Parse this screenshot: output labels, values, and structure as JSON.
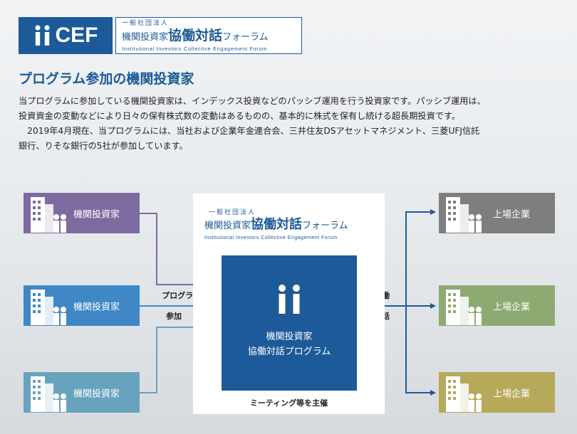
{
  "logo": {
    "mark_text": "CEF",
    "jp_line1": "一般社団法人",
    "jp_line2a": "機関投資家",
    "jp_line2b": "協働対話",
    "jp_line2c": "フォーラム",
    "en_line": "Institutional Investors Collective Engagement Forum"
  },
  "page_title": "プログラム参加の機関投資家",
  "description": {
    "line1": "当プログラムに参加している機関投資家は、インデックス投資などのパッシブ運用を行う投資家です。パッシブ運用は、",
    "line2": "投資資金の変動などにより日々の保有株式数の変動はあるものの、基本的に株式を保有し続ける超長期投資です。",
    "line3": "　2019年4月現在、当プログラムには、当社および企業年金連合会、三井住友DSアセットマネジメント、三菱UFJ信託",
    "line4": "銀行、りそな銀行の5社が参加しています。"
  },
  "investors": [
    {
      "label": "機関投資家",
      "color": "#7d6ba0"
    },
    {
      "label": "機関投資家",
      "color": "#3f88c5"
    },
    {
      "label": "機関投資家",
      "color": "#68a3bd"
    }
  ],
  "companies": [
    {
      "label": "上場企業",
      "color": "#7e7e7e"
    },
    {
      "label": "上場企業",
      "color": "#8daa72"
    },
    {
      "label": "上場企業",
      "color": "#b6a95a"
    }
  ],
  "center": {
    "logo_line1": "一般社団法人",
    "logo_line2a": "機関投資家",
    "logo_line2b": "協働対話",
    "logo_line2c": "フォーラム",
    "logo_en": "Institutional Investors Collective Engagement Forum",
    "program_line1": "機関投資家",
    "program_line2": "協働対話プログラム",
    "meeting": "ミーティング等を主催"
  },
  "arrows": {
    "left_label1": "プログラムに",
    "left_label2": "参加",
    "right_label1": "協働",
    "right_label2": "対話"
  },
  "colors": {
    "brand_blue": "#1d5a99",
    "arrow_purple": "#7d6ba0",
    "arrow_blue": "#3f88c5",
    "arrow_teal": "#68a3bd",
    "arrow_navy": "#1d5a99"
  }
}
